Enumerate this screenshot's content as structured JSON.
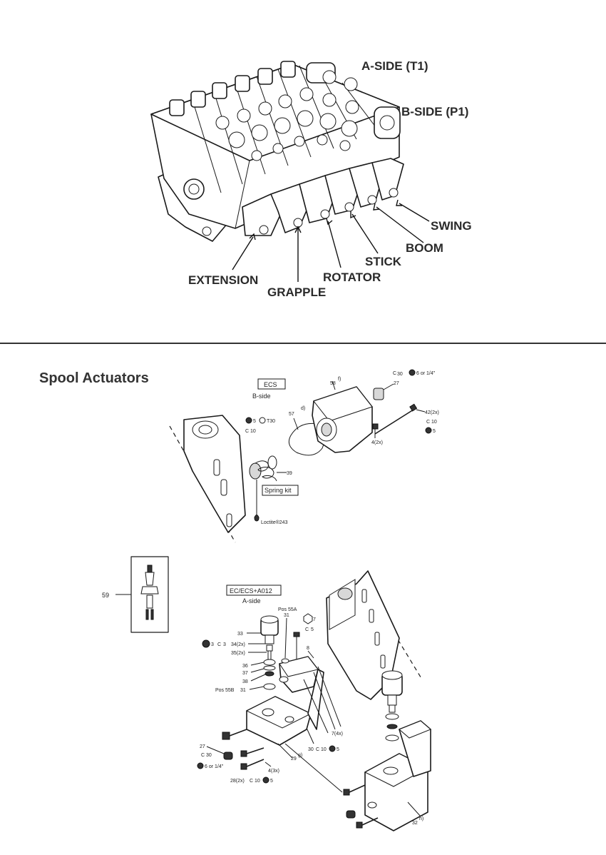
{
  "top_view": {
    "labels": {
      "a_side": "A-SIDE (T1)",
      "b_side": "B-SIDE (P1)",
      "swing": "SWING",
      "boom": "BOOM",
      "stick": "STICK",
      "rotator": "ROTATOR",
      "extension": "EXTENSION",
      "grapple": "GRAPPLE"
    }
  },
  "bottom_view": {
    "title": "Spool Actuators",
    "ecs_box": "ECS",
    "b_side": "B-side",
    "spring_kit": "Spring kit",
    "loctite": "Loctite®243",
    "ec_box": "EC/ECS+A012",
    "a_side": "A-side",
    "part_numbers": {
      "p58": "58",
      "p58_note": "f)",
      "p57": "57",
      "p57_note": "d)",
      "p27_top": "27",
      "p30_top": "30",
      "p6_or": "6 or 1/4\"",
      "p42": "42(2x)",
      "p10_a": "10",
      "p5_a": "5",
      "p4_2x": "4(2x)",
      "p5_t30": "5",
      "p_t30": "T30",
      "p10_b": "10",
      "p39": "39",
      "p59": "59",
      "pos55a": "Pos 55A",
      "p31_a": "31",
      "p33": "33",
      "p3a": "3",
      "p3b": "3",
      "p34": "34(2x)",
      "p35": "35(2x)",
      "p36": "36",
      "p37": "37",
      "p38": "38",
      "pos55b": "Pos 55B",
      "p31_b": "31",
      "p7a": "7",
      "p5b": "5",
      "p8": "8",
      "p7_4x": "7(4x)",
      "p30_b": "30",
      "p10_c": "10",
      "p5_c": "5",
      "p29": "29",
      "p29_note": "g)",
      "p27_b": "27",
      "p30_c": "30",
      "p6_or_b": "6 or 1/4\"",
      "p4_3x": "4(3x)",
      "p28": "28(2x)",
      "p10_d": "10",
      "p5_d": "5",
      "p32": "32",
      "p32_note": "h)"
    }
  }
}
